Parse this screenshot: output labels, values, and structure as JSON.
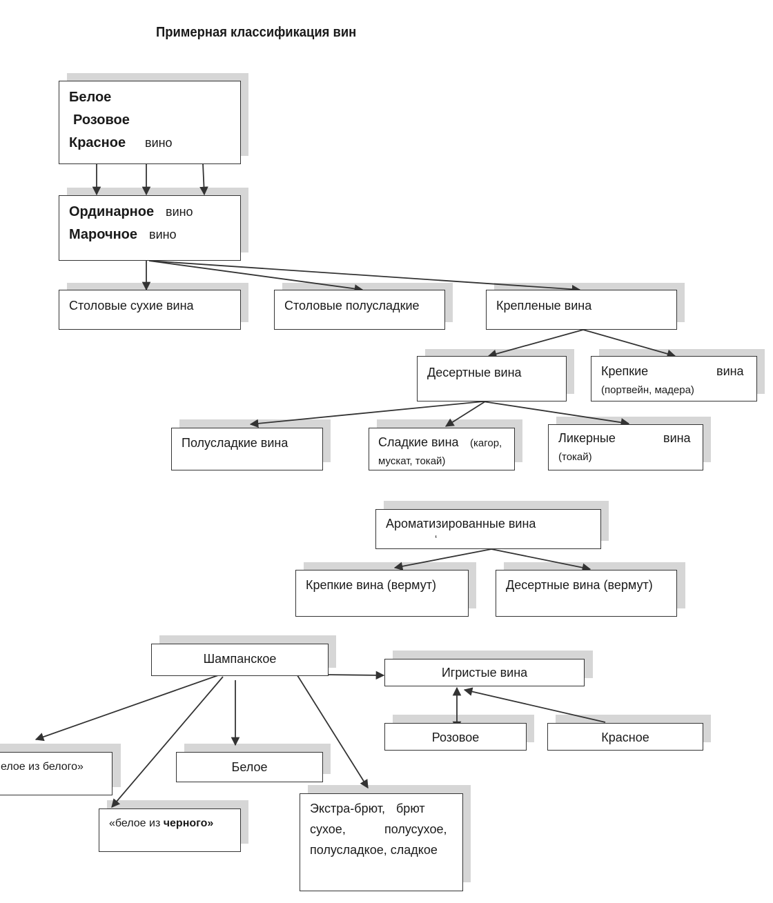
{
  "title": "Примерная классификация вин",
  "colors": {
    "line": "#333333",
    "shadow": "#d6d6d6",
    "background": "#ffffff"
  },
  "boxes": {
    "colors_box": {
      "beloe": "Белое",
      "rozovoe": "Розовое",
      "krasnoe": "Красное",
      "vino": "вино"
    },
    "quality_box": {
      "ordinarnoe": "Ординарное",
      "marochnoe": "Марочное",
      "vino": "вино"
    },
    "stolovye_sukhie": "Столовые сухие вина",
    "stolovye_polusladkie": "Столовые полусладкие",
    "kreplenye": "Крепленые вина",
    "desertnye": "Десертные вина",
    "krepkie": {
      "label": "Крепкие",
      "vina": "вина",
      "examples": "(портвейн, мадера)"
    },
    "polusladkie": "Полусладкие вина",
    "sladkie": {
      "label": "Сладкие вина",
      "examples1": "(кагор,",
      "examples2": "мускат, токай)"
    },
    "likernye": {
      "label": "Ликерные",
      "vina": "вина",
      "examples": "(токай)"
    },
    "aromatizirovannye": {
      "label": "Ароматизированные вина",
      "mark": "‘"
    },
    "krepkie_vermut": "Крепкие вина (вермут)",
    "desertnye_vermut": "Десертные вина (вермут)",
    "shampanskoe": "Шампанское",
    "igristye": "Игристые вина",
    "rozovoe": "Розовое",
    "krasnoe": "Красное",
    "beloe_iz_belogo": "елое из белого»",
    "beloe": "Белое",
    "beloe_iz_chernogo": {
      "prefix": "«белое из ",
      "bold": "черного»"
    },
    "sort": {
      "line1a": "Экстра-брют,",
      "line1b": "брют",
      "line2a": "сухое,",
      "line2b": "полусухое,",
      "line3": "полусладкое, сладкое"
    }
  }
}
